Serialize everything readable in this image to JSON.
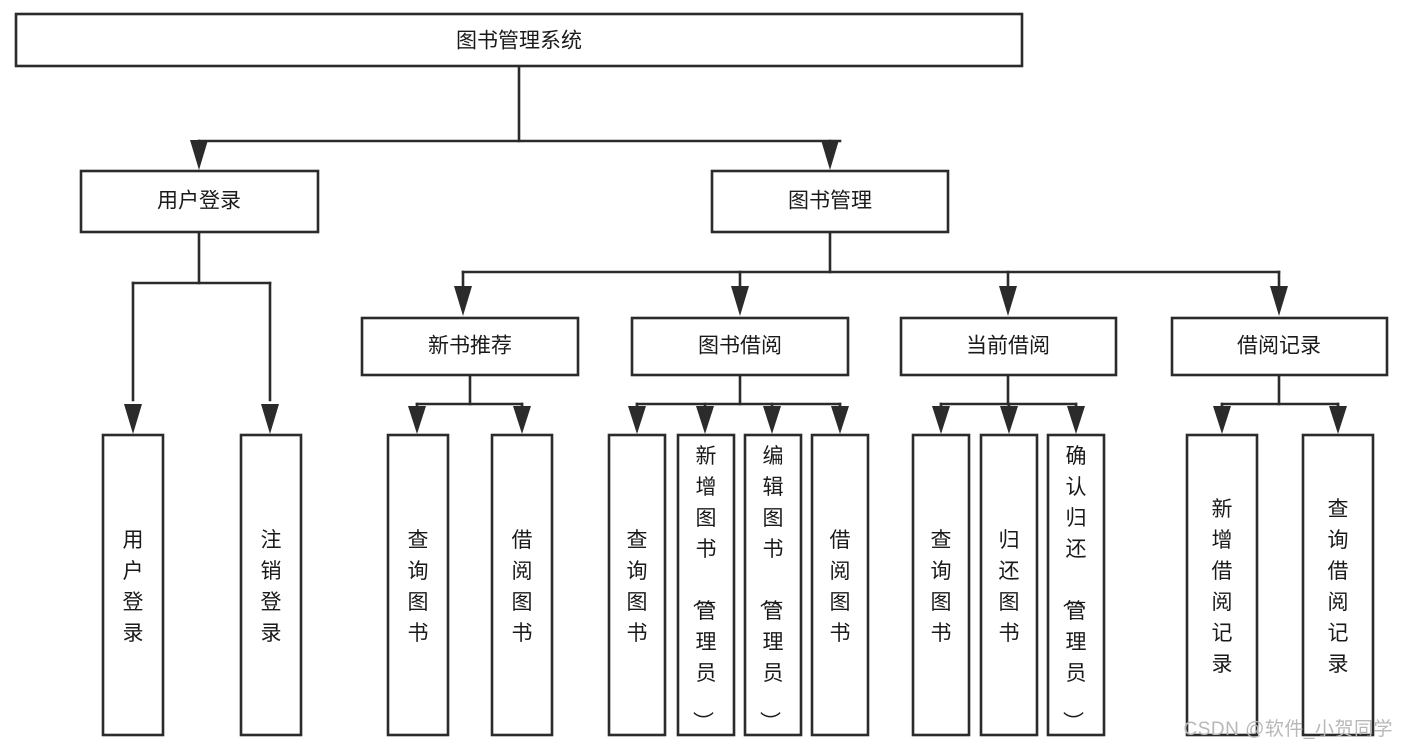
{
  "diagram": {
    "type": "tree-hierarchy-chart",
    "title": "图书管理系统",
    "watermark": "CSDN @软件_小贺同学",
    "colors": {
      "box_fill": "#ffffff",
      "box_stroke": "#2b2b2b",
      "text": "#1a1a1a",
      "watermark": "#b8b8b8",
      "background": "#ffffff"
    },
    "levels": {
      "level1": [
        {
          "id": "root",
          "label": "图书管理系统"
        }
      ],
      "level2": [
        {
          "id": "login",
          "label": "用户登录",
          "parent": "root"
        },
        {
          "id": "bookmgr",
          "label": "图书管理",
          "parent": "root"
        }
      ],
      "level3": [
        {
          "id": "newbook",
          "label": "新书推荐",
          "parent": "bookmgr"
        },
        {
          "id": "borrow",
          "label": "图书借阅",
          "parent": "bookmgr"
        },
        {
          "id": "current",
          "label": "当前借阅",
          "parent": "bookmgr"
        },
        {
          "id": "record",
          "label": "借阅记录",
          "parent": "bookmgr"
        }
      ],
      "level4": [
        {
          "id": "leaf1",
          "label": "用户登录",
          "parent": "login"
        },
        {
          "id": "leaf2",
          "label": "注销登录",
          "parent": "login"
        },
        {
          "id": "leaf3",
          "label": "查询图书",
          "parent": "newbook"
        },
        {
          "id": "leaf4",
          "label": "借阅图书",
          "parent": "newbook"
        },
        {
          "id": "leaf5",
          "label": "查询图书",
          "parent": "borrow"
        },
        {
          "id": "leaf6",
          "label": "新增图书（管理员）",
          "parent": "borrow"
        },
        {
          "id": "leaf7",
          "label": "编辑图书（管理员）",
          "parent": "borrow"
        },
        {
          "id": "leaf8",
          "label": "借阅图书",
          "parent": "borrow"
        },
        {
          "id": "leaf9",
          "label": "查询图书",
          "parent": "current"
        },
        {
          "id": "leaf10",
          "label": "归还图书",
          "parent": "current"
        },
        {
          "id": "leaf11",
          "label": "确认归还（管理员）",
          "parent": "current"
        },
        {
          "id": "leaf12",
          "label": "新增借阅记录",
          "parent": "record"
        },
        {
          "id": "leaf13",
          "label": "查询借阅记录",
          "parent": "record"
        }
      ]
    }
  }
}
